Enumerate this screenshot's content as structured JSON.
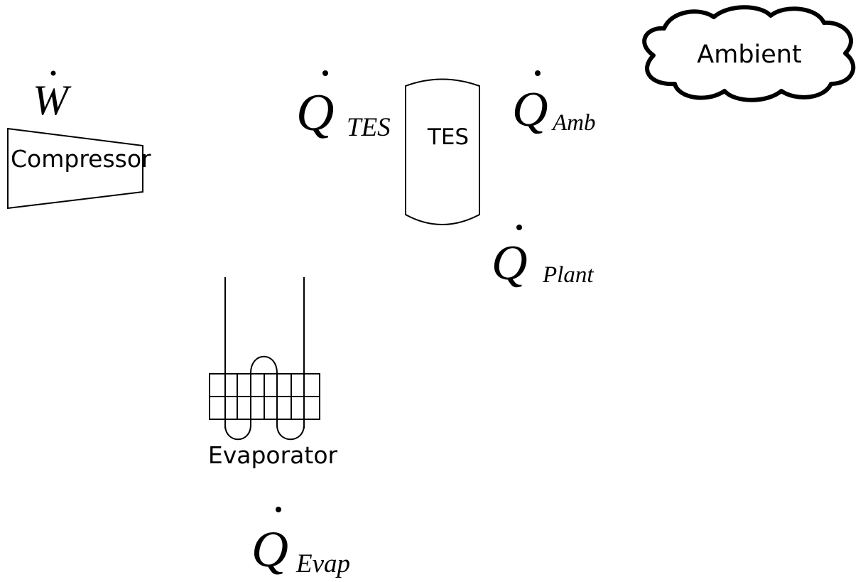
{
  "labels": {
    "compressor": "Compressor",
    "tes": "TES",
    "evaporator": "Evaporator",
    "ambient": "Ambient"
  },
  "symbols": {
    "work": {
      "main": "W",
      "sub": ""
    },
    "q_tes": {
      "main": "Q",
      "sub": "TES"
    },
    "q_amb": {
      "main": "Q",
      "sub": "Amb"
    },
    "q_plant": {
      "main": "Q",
      "sub": "Plant"
    },
    "q_evap": {
      "main": "Q",
      "sub": "Evap"
    }
  },
  "colors": {
    "stroke": "#000000",
    "background": "#ffffff"
  }
}
